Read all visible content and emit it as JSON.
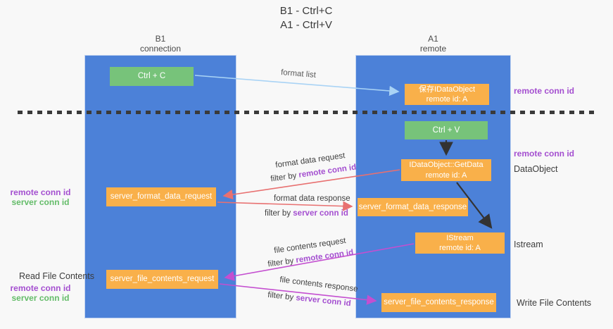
{
  "title": {
    "line1": "B1 - Ctrl+C",
    "line2": "A1 - Ctrl+V"
  },
  "lifelines": {
    "left": {
      "title": "B1",
      "subtitle": "connection"
    },
    "right": {
      "title": "A1",
      "subtitle": "remote"
    }
  },
  "nodes": {
    "ctrl_c": {
      "label": "Ctrl + C"
    },
    "save_dataobject": {
      "line1": "保存IDataObject",
      "line2": "remote id: A"
    },
    "ctrl_v": {
      "label": "Ctrl + V"
    },
    "getdata": {
      "line1": "IDataObject::GetData",
      "line2": "remote id: A"
    },
    "format_request": {
      "label": "server_format_data_request"
    },
    "format_response": {
      "label": "server_format_data_response"
    },
    "istream": {
      "line1": "IStream",
      "line2": "remote id: A"
    },
    "file_request": {
      "label": "server_file_contents_request"
    },
    "file_response": {
      "label": "server_file_contents_response"
    }
  },
  "arrow_labels": {
    "format_list": "format list",
    "format_data_request": "format data request",
    "format_data_response": "format data response",
    "file_contents_request": "file contents request",
    "file_contents_response": "file contents response",
    "filter_by": "filter by",
    "remote_conn_id": "remote conn id",
    "server_conn_id": "server conn id"
  },
  "side_labels": {
    "remote_conn_id_top": "remote conn id",
    "remote_conn_id_mid": "remote conn id",
    "dataobject": "DataObject",
    "istream": "Istream",
    "write_file_contents": "Write File Contents",
    "read_file_contents": "Read File Contents",
    "left_mid": {
      "remote": "remote conn id",
      "server": "server conn id"
    },
    "left_bottom": {
      "remote": "remote conn id",
      "server": "server conn id"
    }
  },
  "colors": {
    "column_blue": "#4c81d8",
    "box_green": "#77c37a",
    "box_orange": "#f9b04a",
    "arrow_red": "#e87070",
    "arrow_magenta": "#c44fd0",
    "arrow_lightblue": "#a9d3f5",
    "arrow_black": "#333333",
    "text_purple": "#a44fd0",
    "text_green": "#64bc69"
  }
}
